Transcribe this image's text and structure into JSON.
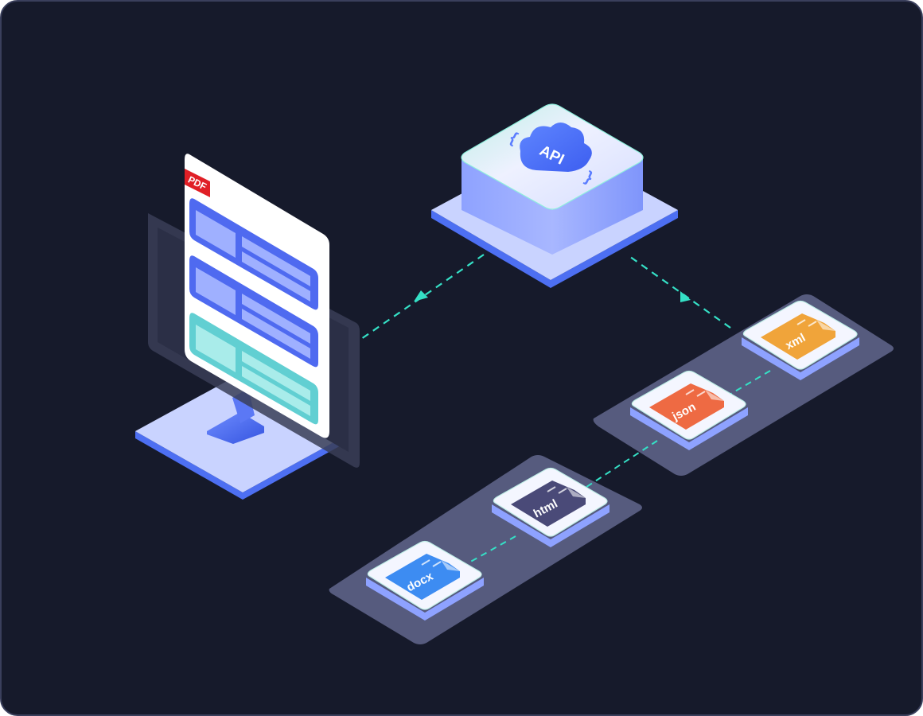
{
  "colors": {
    "background": "#161a2b",
    "panel_border": "#3a3f5c",
    "connector": "#35e0c6",
    "platform_blue": "#4d6ff2",
    "platform_light": "#c9d3ff"
  },
  "pdf_badge": "PDF",
  "api": {
    "label": "API",
    "bracket_left": "{",
    "bracket_right": "}"
  },
  "formats": [
    {
      "label": "xml",
      "color": "#f0a43a",
      "icon": "code-icon"
    },
    {
      "label": "json",
      "color": "#ee6a43",
      "icon": "braces-icon"
    },
    {
      "label": "html",
      "color": "#4a4a78",
      "icon": "code-icon"
    },
    {
      "label": "docx",
      "color": "#3d8cf2",
      "icon": "lines-icon"
    }
  ]
}
